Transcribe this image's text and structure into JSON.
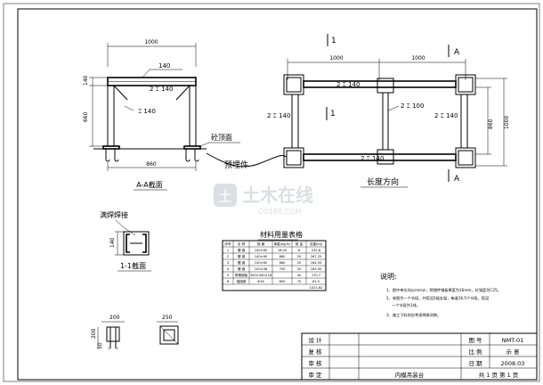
{
  "elevation_view": {
    "dim_top": "1000",
    "beam_tag": "140",
    "beam_label": "2 ⌶ 140",
    "brace_label": "⌶ 140",
    "dim_upper": "140",
    "dim_lower": "660",
    "dim_base": "860",
    "section_title": "A-A截面"
  },
  "callouts": {
    "concrete_surface": "砼顶面",
    "embedded_part": "预埋件",
    "length_direction": "长度方向"
  },
  "plan_view": {
    "section_mark_1_top": "1",
    "section_mark_1_mid": "1",
    "section_mark_A_top": "A",
    "section_mark_A_bottom": "A",
    "dim_left": "1000",
    "dim_right": "1000",
    "dim_side_inner": "860",
    "dim_side_outer": "1000",
    "top_beam": "2 ⌶ 140",
    "bottom_beam": "2 ⌶ 140",
    "left_column": "2 ⌶ 140",
    "mid_member": "2 ⌶ 100",
    "right_column": "2 ⌶ 140"
  },
  "section_detail": {
    "weld_note": "满焊焊接",
    "dim": "140",
    "title": "1-1截面"
  },
  "plate_detail": {
    "dim_top_left": "200",
    "dim_top_right": "250",
    "dim_left_a": "200",
    "dim_left_b": "50"
  },
  "materials_table": {
    "title": "材料用量表格",
    "headers": [
      "序号",
      "名 称",
      "规 格",
      "单重(kg/m)",
      "数 量",
      "总重(kg)"
    ],
    "rows": [
      [
        "1",
        "槽 钢",
        "140×60",
        "16.00",
        "6",
        "232.8"
      ],
      [
        "2",
        "槽 钢",
        "140×60",
        "860",
        "20",
        "267.25"
      ],
      [
        "3",
        "槽 钢",
        "140×60",
        "860",
        "20",
        "164.50"
      ],
      [
        "4",
        "槽 钢",
        "100×48",
        "750",
        "20",
        "183.90"
      ],
      [
        "5",
        "预埋钢板",
        "300×300×16",
        "",
        "40",
        "170.7"
      ],
      [
        "6",
        "锚固钢",
        "Φ16",
        "800",
        "75",
        "61.5"
      ]
    ],
    "total": "1021.62"
  },
  "notes": {
    "heading": "说明:",
    "items": [
      "1、图中单位均以mm计，预埋件钢板厚度为16mm，砼强度为C25。",
      "2、本图为一个节段，共搭设5榀支架，每道16.5个节段，搭设",
      "一个节段为1排。",
      "3、施工下料时应考虑焊接间隙。"
    ]
  },
  "title_block": {
    "design_label": "设 计",
    "check_label": "复 核",
    "review_label": "审 核",
    "approve_label": "审 定",
    "drawing_name": "内模吊装台",
    "drawing_no_label": "图 号",
    "drawing_no": "NMT-01",
    "scale_label": "比 例",
    "scale": "示 意",
    "date_label": "日 期",
    "date": "2008.03",
    "sheet_info": "共 1 页 第 1 页"
  },
  "watermark": {
    "brand": "土木在线",
    "site": "CO188.COM"
  }
}
